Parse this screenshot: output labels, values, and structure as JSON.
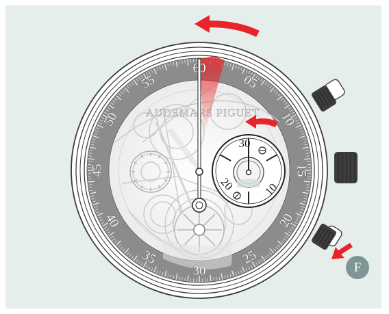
{
  "bezel_numbers": [
    "60",
    "05",
    "10",
    "15",
    "20",
    "25",
    "30",
    "35",
    "40",
    "45",
    "50",
    "55"
  ],
  "subdial_numbers": [
    "30",
    "10",
    "20"
  ],
  "brand_text": "AUDEMARS PIGUET",
  "marker_label": "F",
  "colors": {
    "background": "#e6eeec",
    "bezel_ring": "#8c8c8c",
    "arrow": "#e8242b",
    "marker": "#7e9593",
    "dial": "#f4f4f4"
  },
  "icons": {
    "rotation_arrow": "curved-arrow-counterclockwise",
    "push_arrow": "arrow-pointing-to-pusher"
  }
}
